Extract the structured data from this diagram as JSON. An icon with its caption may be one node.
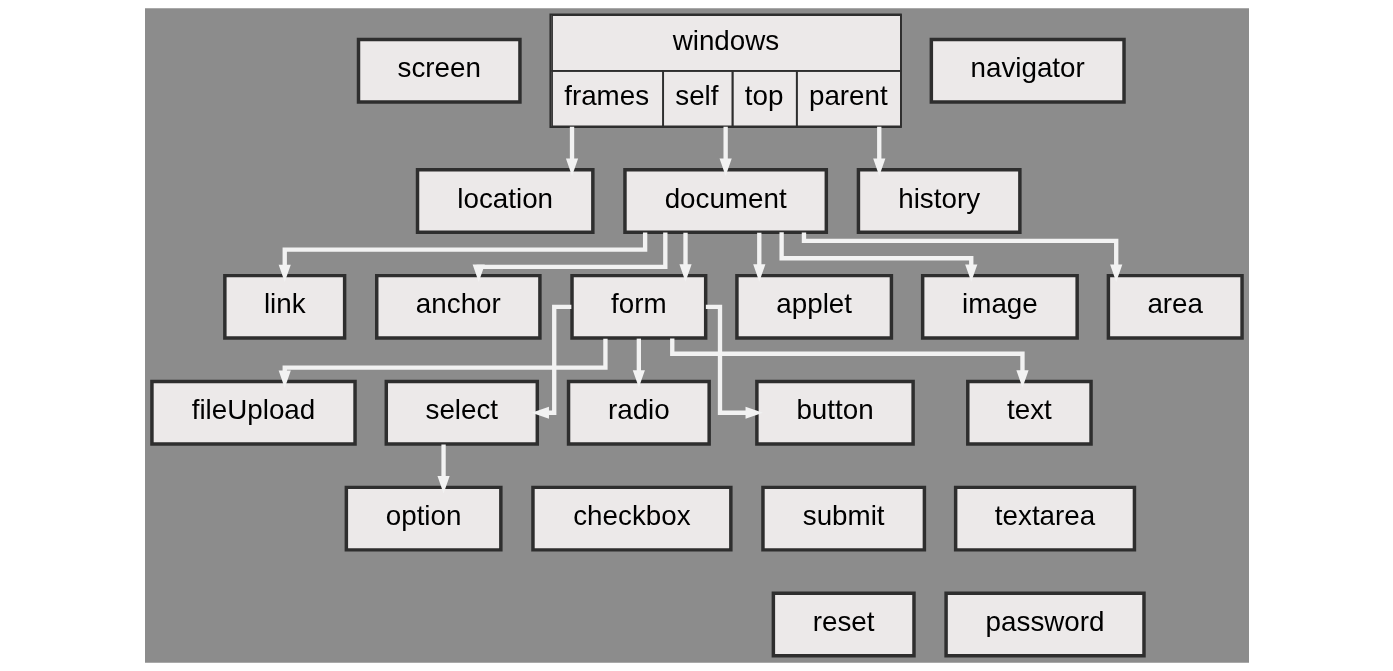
{
  "diagram": {
    "nodes": [
      {
        "text": [
          "screen"
        ]
      },
      {
        "text": [
          "windows",
          "frames",
          "self",
          "top",
          "parent"
        ]
      },
      {
        "text": [
          "navigator"
        ]
      },
      {
        "text": [
          "location"
        ]
      },
      {
        "text": [
          "document"
        ]
      },
      {
        "text": [
          "history"
        ]
      },
      {
        "text": [
          "link"
        ]
      },
      {
        "text": [
          "anchor"
        ]
      },
      {
        "text": [
          "form"
        ]
      },
      {
        "text": [
          "applet"
        ]
      },
      {
        "text": [
          "image"
        ]
      },
      {
        "text": [
          "area"
        ]
      },
      {
        "text": [
          "fileUpload"
        ]
      },
      {
        "text": [
          "select"
        ]
      },
      {
        "text": [
          "option"
        ]
      },
      {
        "text": [
          "radio"
        ]
      },
      {
        "text": [
          "checkbox"
        ]
      },
      {
        "text": [
          "button"
        ]
      },
      {
        "text": [
          "submit"
        ]
      },
      {
        "text": [
          "reset"
        ]
      },
      {
        "text": [
          "text"
        ]
      },
      {
        "text": [
          "textarea"
        ]
      },
      {
        "text": [
          "password"
        ]
      }
    ],
    "edges": [
      {
        "from": 1,
        "to": 3,
        "arrow": "to"
      },
      {
        "from": 1,
        "to": 4,
        "arrow": "to"
      },
      {
        "from": 1,
        "to": 5,
        "arrow": "to"
      },
      {
        "from": 4,
        "to": 6,
        "arrow": "to"
      },
      {
        "from": 4,
        "to": 7,
        "arrow": "to"
      },
      {
        "from": 4,
        "to": 8,
        "arrow": "to"
      },
      {
        "from": 4,
        "to": 9,
        "arrow": "to"
      },
      {
        "from": 4,
        "to": 10,
        "arrow": "to"
      },
      {
        "from": 4,
        "to": 11,
        "arrow": "to"
      },
      {
        "from": 8,
        "to": 12,
        "arrow": "to"
      },
      {
        "from": 8,
        "to": 13,
        "arrow": "to"
      },
      {
        "from": 8,
        "to": 15,
        "arrow": "to"
      },
      {
        "from": 8,
        "to": 17,
        "arrow": "to"
      },
      {
        "from": 8,
        "to": 20,
        "arrow": "to"
      },
      {
        "from": 13,
        "to": 14,
        "arrow": "to"
      }
    ]
  }
}
